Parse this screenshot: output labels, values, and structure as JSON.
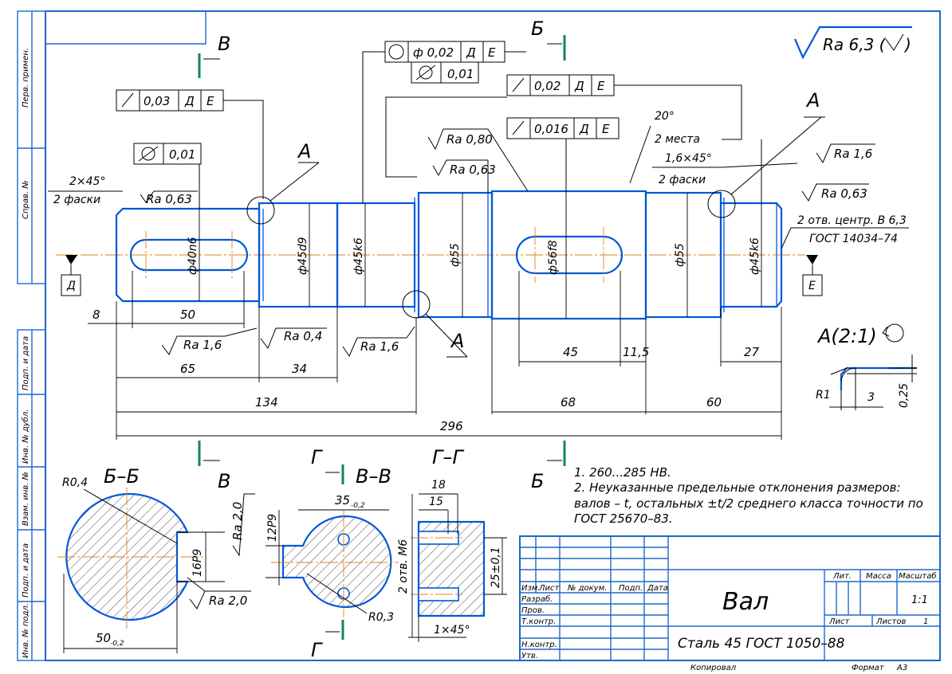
{
  "colors": {
    "frame": "#1e68cc",
    "outline": "#0057d9",
    "centerline": "#e0801b",
    "section_marker": "#12836a"
  },
  "side_labels": [
    "Перв. примен.",
    "Справ. №",
    "Подп. и дата",
    "Инв. № дубл.",
    "Взам. инв. №",
    "Подп. и дата",
    "Инв. № подл."
  ],
  "roughness_general": {
    "value": "Ra 6,3 (",
    "tail": ")"
  },
  "view_labels": {
    "B": "В",
    "B_bottom": "В",
    "Bsh": "Б",
    "Bsh_bottom": "Б",
    "A1": "А",
    "A2": "А",
    "A3": "А",
    "G1": "Г",
    "G2": "Г"
  },
  "tolerance_frames": {
    "f1": [
      "0,03",
      "Д",
      "Е"
    ],
    "f2": [
      "0,01"
    ],
    "f3": [
      "ф 0,02",
      "Д",
      "Е"
    ],
    "f4": [
      "0,01"
    ],
    "f5": [
      "0,02",
      "Д",
      "Е"
    ],
    "f6": [
      "0,016",
      "Д",
      "Е"
    ]
  },
  "roughness": {
    "r1": "Ra 0,63",
    "r2": "Ra 0,80",
    "r3": "Ra 0,63",
    "r4": "Ra 1,6",
    "r5": "Ra 0,63",
    "r6": "Ra 1,6",
    "r7": "Ra 0,4",
    "r8": "Ra 1,6",
    "r9": "Ra 2,0",
    "r10": "Ra 2,0"
  },
  "notes_main": {
    "chamfer_left": "2×45°",
    "chamfer_left2": "2 фаски",
    "angle": "20°",
    "angle2": "2 места",
    "chamfer_right": "1,6×45°",
    "chamfer_right2": "2 фаски",
    "center_holes": "2 отв. центр. В 6,3",
    "center_holes2": "ГОСТ 14034–74"
  },
  "datums": {
    "left": "Д",
    "right": "Е"
  },
  "diameters": {
    "d1": "ф40n6",
    "d2": "ф45d9",
    "d3": "ф45k6",
    "d4": "ф55",
    "d5": "ф56f8",
    "d6": "ф55",
    "d7": "ф45k6"
  },
  "dimensions": {
    "d8": "8",
    "d50": "50",
    "d65": "65",
    "d34": "34",
    "d134": "134",
    "d296": "296",
    "d45": "45",
    "d115": "11,5",
    "d27": "27",
    "d68": "68",
    "d60": "60"
  },
  "detail": {
    "title": "А(2:1)",
    "r1": "R1",
    "d3": "3",
    "d025": "0,25"
  },
  "section_bb": {
    "title": "Б–Б",
    "r04": "R0,4",
    "w16": "16P9",
    "d50": "50",
    "d50_tol": "-0,2"
  },
  "section_vv": {
    "title": "В–В",
    "d35": "35",
    "d35_tol": "-0,2",
    "w12": "12P9",
    "r03": "R0,3"
  },
  "section_gg": {
    "title": "Г–Г",
    "d18": "18",
    "d15": "15",
    "holes": "2 отв. М6",
    "d25": "25±0,1",
    "chamfer": "1×45°"
  },
  "notes": [
    "1. 260...285 HB.",
    "2. Неуказанные предельные отклонения размеров:",
    "валов – t, остальных ±t/2 среднего класса точности по",
    "ГОСТ 25670–83."
  ],
  "title_block": {
    "part_name": "Вал",
    "material": "Сталь 45 ГОСТ 1050–88",
    "col_headers": [
      "Изм.",
      "Лист",
      "№ докум.",
      "Подп.",
      "Дата"
    ],
    "rows": [
      "Разраб.",
      "Пров.",
      "Т.контр.",
      "",
      "Н.контр.",
      "Утв."
    ],
    "lit": "Лит.",
    "mass": "Масса",
    "scale": "Масштаб",
    "scale_value": "1:1",
    "sheet": "Лист",
    "sheets": "Листов",
    "sheets_value": "1",
    "copied": "Копировал",
    "format": "Формат",
    "format_value": "А3"
  }
}
